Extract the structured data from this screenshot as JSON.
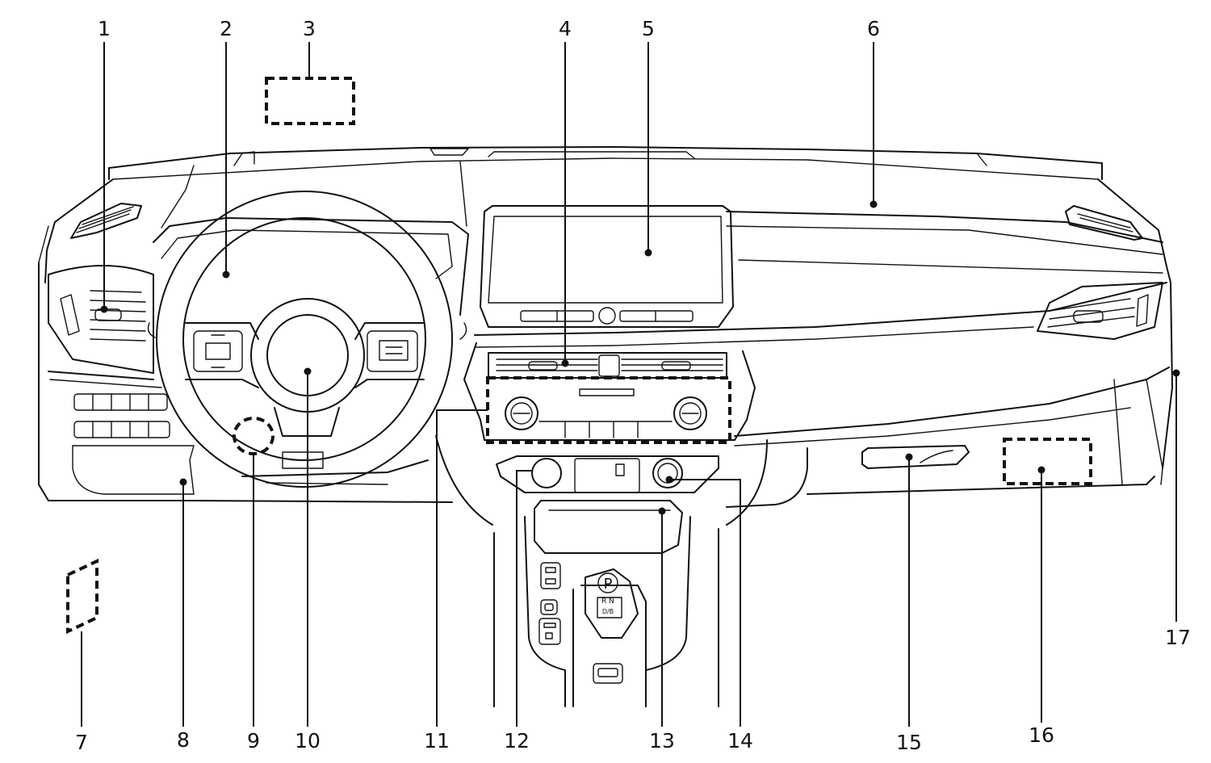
{
  "callouts": [
    {
      "id": "1",
      "label": "1"
    },
    {
      "id": "2",
      "label": "2"
    },
    {
      "id": "3",
      "label": "3"
    },
    {
      "id": "4",
      "label": "4"
    },
    {
      "id": "5",
      "label": "5"
    },
    {
      "id": "6",
      "label": "6"
    },
    {
      "id": "7",
      "label": "7"
    },
    {
      "id": "8",
      "label": "8"
    },
    {
      "id": "9",
      "label": "9"
    },
    {
      "id": "10",
      "label": "10"
    },
    {
      "id": "11",
      "label": "11"
    },
    {
      "id": "12",
      "label": "12"
    },
    {
      "id": "13",
      "label": "13"
    },
    {
      "id": "14",
      "label": "14"
    },
    {
      "id": "15",
      "label": "15"
    },
    {
      "id": "16",
      "label": "16"
    },
    {
      "id": "17",
      "label": "17"
    }
  ],
  "shifter": {
    "park": "P",
    "reverse_neutral": "R N",
    "drive": "D/B"
  }
}
